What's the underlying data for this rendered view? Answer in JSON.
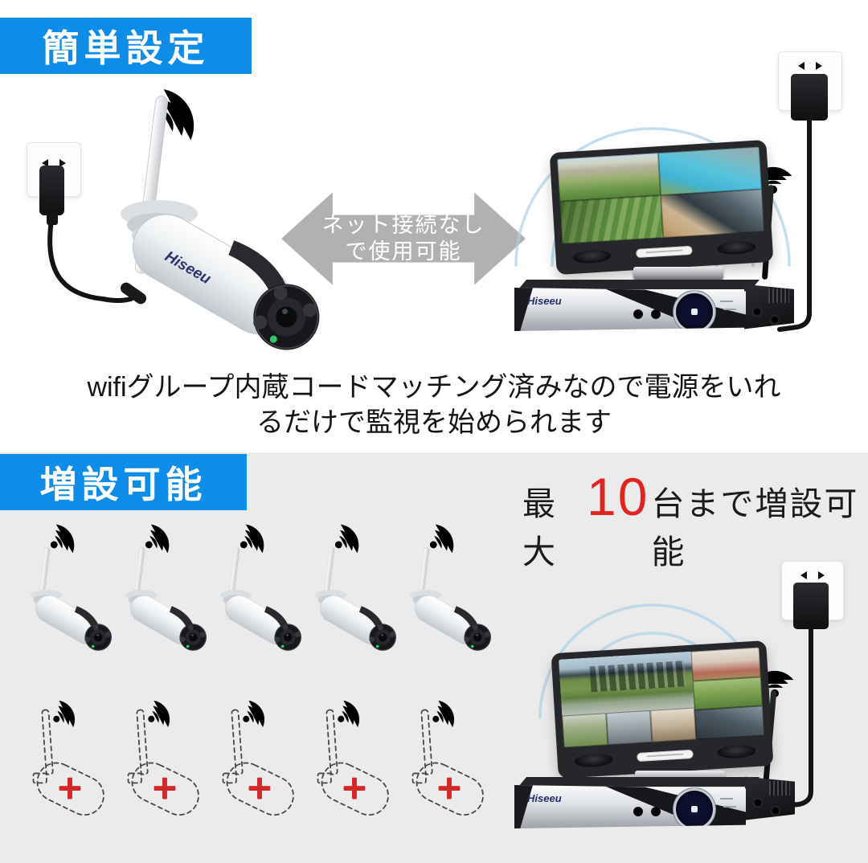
{
  "brand": "Hiseeu",
  "colors": {
    "badge_bg": "#0d8ce8",
    "wifi_blue": "#2b7cd3",
    "arrow_gray": "#b1b1b3",
    "highlight_red": "#e02420",
    "add_plus_red": "#d3282a",
    "bottom_section_bg": "#ebebeb"
  },
  "sections": {
    "easy": {
      "badge": "簡単設定",
      "arrow_label_line1": "ネット接続なし",
      "arrow_label_line2": "で使用可能",
      "description_line1": "wifiグループ内蔵コードマッチング済みなので電源をいれ",
      "description_line2": "るだけで監視を始められます"
    },
    "expand": {
      "badge": "増設可能",
      "headline_prefix": "最大",
      "headline_number": "10",
      "headline_suffix": "台まで増設可能",
      "existing_camera_count": 5,
      "addable_camera_count": 5
    }
  }
}
